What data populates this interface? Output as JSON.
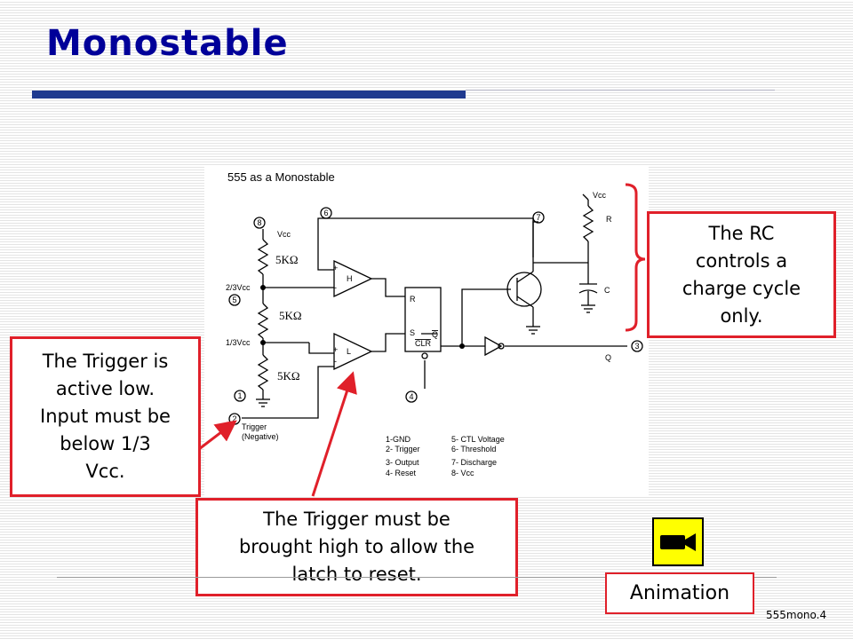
{
  "slide": {
    "title": "Monostable",
    "slide_number": "555mono.4"
  },
  "diagram": {
    "title": "555 as a Monostable",
    "vcc_top": "Vcc",
    "vcc_right": "Vcc",
    "level_2_3": "2/3Vcc",
    "level_1_3": "1/3Vcc",
    "resistor": "5KΩ",
    "comp_upper": "H",
    "comp_lower": "L",
    "plus": "+",
    "minus": "-",
    "latch_r": "R",
    "latch_s": "S",
    "latch_qbar": "Q",
    "latch_clr": "CLR",
    "res_r": "R",
    "cap_c": "C",
    "output_q": "Q",
    "trigger_line1": "Trigger",
    "trigger_line2": "(Negative)",
    "pins": [
      "1",
      "2",
      "3",
      "4",
      "5",
      "6",
      "7",
      "8"
    ],
    "pin_legend": [
      [
        "1-GND",
        "5- CTL Voltage"
      ],
      [
        "2- Trigger",
        "6- Threshold"
      ],
      [
        "3- Output",
        "7- Discharge"
      ],
      [
        "4- Reset",
        "8- Vcc"
      ]
    ]
  },
  "callouts": {
    "trigger_low": [
      "The Trigger is",
      "active low.",
      "Input must be",
      "below 1/3",
      "Vcc."
    ],
    "rc": [
      "The RC",
      "controls a",
      "charge cycle",
      "only."
    ],
    "trigger_high": [
      "The Trigger must be",
      "brought high to allow the",
      "latch to reset."
    ]
  },
  "animation": {
    "label": "Animation",
    "icon": "camera-icon",
    "button_color": "#ffff00"
  },
  "colors": {
    "title": "#000099",
    "accent_bar": "#1f3a8f",
    "callout_border": "#e0202a"
  }
}
